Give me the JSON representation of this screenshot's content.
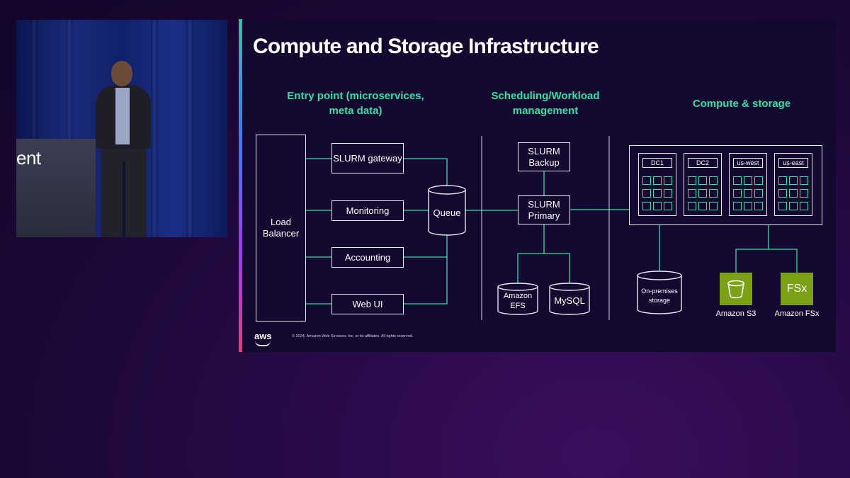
{
  "video": {
    "podium_text": "ent"
  },
  "slide": {
    "title": "Compute and Storage Infrastructure",
    "columns": {
      "entry_point": "Entry point (microservices, meta data)",
      "scheduling": "Scheduling/Workload management",
      "compute_storage": "Compute & storage"
    },
    "load_balancer": "Load Balancer",
    "services": [
      "SLURM gateway",
      "Monitoring",
      "Accounting",
      "Web UI"
    ],
    "queue": "Queue",
    "slurm_backup": "SLURM Backup",
    "slurm_primary": "SLURM Primary",
    "amazon_efs": "Amazon EFS",
    "mysql": "MySQL",
    "data_centers": [
      "DC1",
      "DC2",
      "us-west",
      "us-east"
    ],
    "on_prem_storage": "On-premises storage",
    "amazon_s3": "Amazon S3",
    "amazon_fsx": "Amazon FSx",
    "fsx_icon_text": "FSx",
    "aws_logo": "aws",
    "copyright": "© 2024, Amazon Web Services, Inc. or its affiliates. All rights reserved."
  },
  "colors": {
    "accent_green": "#33e0a5",
    "slide_bg": "#150830",
    "line": "#e8e8f0",
    "s3_icon": "#7aa116"
  }
}
